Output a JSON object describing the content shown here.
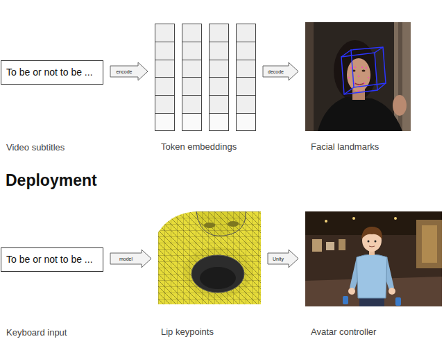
{
  "diagram": {
    "nodes": [
      {
        "text": [
          "To be or not to be ...",
          "Video subtitles"
        ]
      },
      {
        "text": [
          "Token embeddings"
        ]
      },
      {
        "text": [
          "Facial landmarks"
        ]
      },
      {
        "text": [
          "To be or not to be ...",
          "Keyboard input"
        ]
      },
      {
        "text": [
          "Lip keypoints"
        ]
      },
      {
        "text": [
          "Avatar controller"
        ]
      }
    ],
    "edges": [
      {
        "from": 0,
        "to": 1,
        "label": "encode",
        "arrow": "to"
      },
      {
        "from": 1,
        "to": 2,
        "label": "decode",
        "arrow": "to"
      },
      {
        "from": 3,
        "to": 4,
        "label": "model",
        "arrow": "to"
      },
      {
        "from": 4,
        "to": 5,
        "label": "Unity",
        "arrow": "to"
      }
    ],
    "labels": [
      "Deployment"
    ]
  }
}
